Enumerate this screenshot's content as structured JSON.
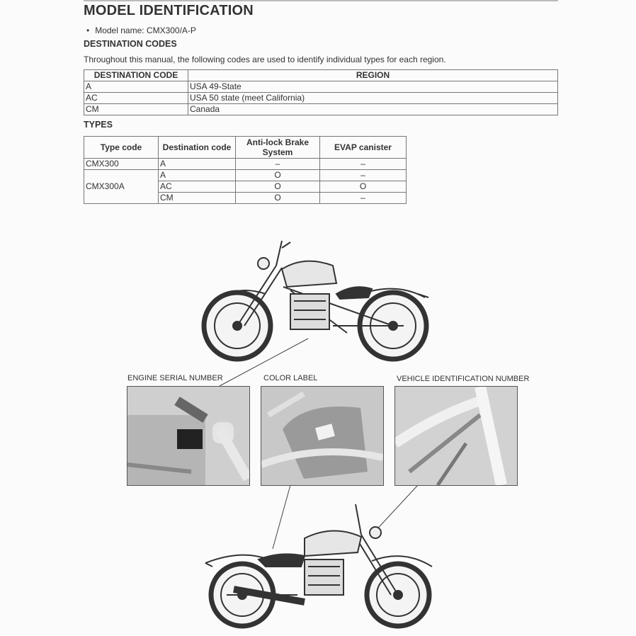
{
  "title": "MODEL IDENTIFICATION",
  "model_line": "Model name: CMX300/A-P",
  "destination_heading": "DESTINATION CODES",
  "intro_text": "Throughout this manual, the following codes are used to identify individual types for each region.",
  "destination_table": {
    "headers": [
      "DESTINATION CODE",
      "REGION"
    ],
    "rows": [
      [
        "A",
        "USA 49-State"
      ],
      [
        "AC",
        "USA 50 state (meet California)"
      ],
      [
        "CM",
        "Canada"
      ]
    ]
  },
  "types_heading": "TYPES",
  "types_table": {
    "headers": [
      "Type code",
      "Destination code",
      "Anti-lock Brake System",
      "EVAP canister"
    ],
    "rows": [
      {
        "type": "CMX300",
        "dest": "A",
        "abs": "–",
        "evap": "–"
      },
      {
        "type": "CMX300A",
        "dest": "A",
        "abs": "O",
        "evap": "–"
      },
      {
        "type": "",
        "dest": "AC",
        "abs": "O",
        "evap": "O"
      },
      {
        "type": "",
        "dest": "CM",
        "abs": "O",
        "evap": "–"
      }
    ]
  },
  "callouts": {
    "engine": "ENGINE SERIAL NUMBER",
    "color": "COLOR LABEL",
    "vin": "VEHICLE IDENTIFICATION NUMBER"
  }
}
